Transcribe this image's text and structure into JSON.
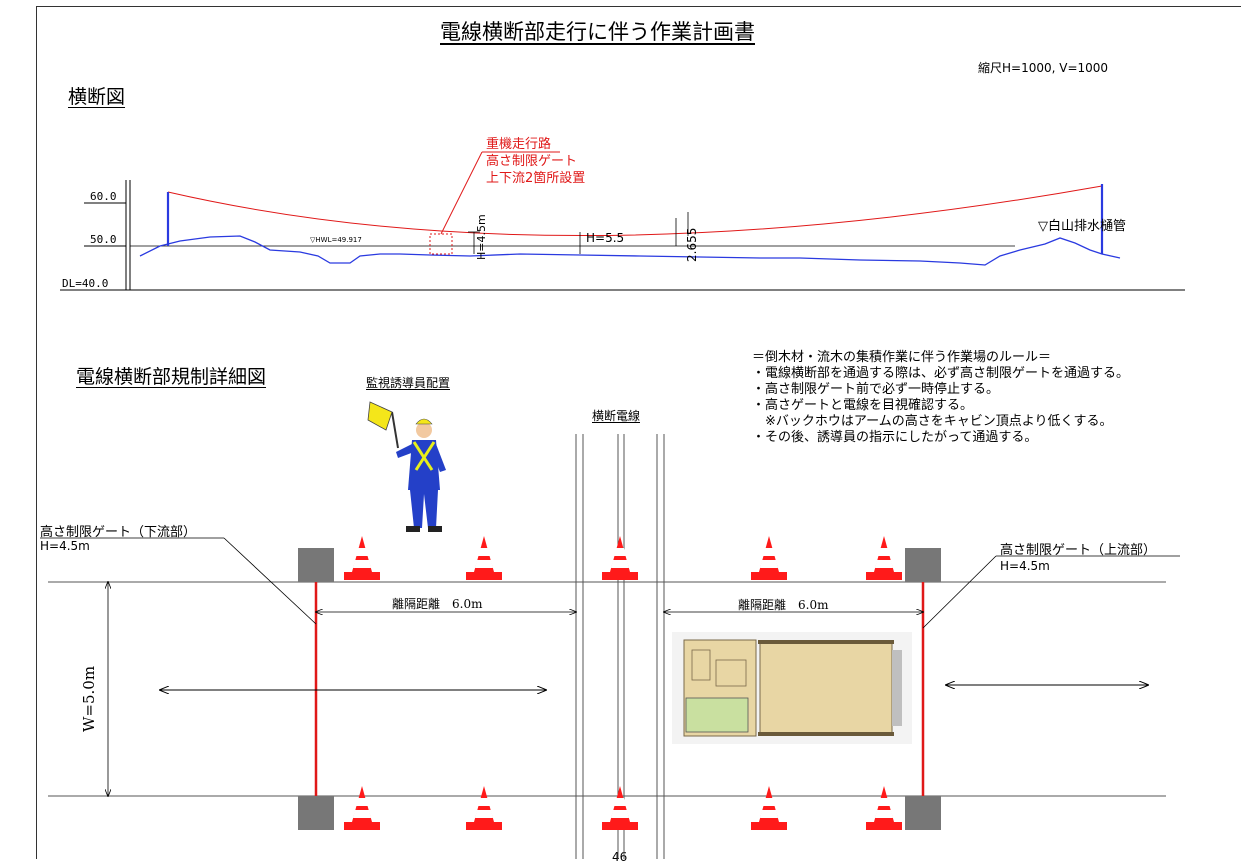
{
  "title": "電線横断部走行に伴う作業計画書",
  "scale_note": "縮尺H=1000, V=1000",
  "cross_section": {
    "heading": "横断図",
    "elevation_labels": [
      "60.0",
      "50.0",
      "DL=40.0"
    ],
    "hwl_label": "▽HWL=49.917",
    "annotation_lines": [
      "重機走行路",
      "高さ制限ゲート",
      "上下流2箇所設置"
    ],
    "gate_height_label": "H=4.5m",
    "clearance_label": "H=5.5",
    "dim_label": "2.655",
    "pipe_label": "▽白山排水樋管"
  },
  "detail": {
    "heading": "電線横断部規制詳細図",
    "guide_label": "監視誘導員配置",
    "cable_label": "横断電線",
    "rules": [
      "＝倒木材・流木の集積作業に伴う作業場のルール＝",
      "・電線横断部を通過する際は、必ず高さ制限ゲートを通過する。",
      "・高さ制限ゲート前で必ず一時停止する。",
      "・高さゲートと電線を目視確認する。",
      "　※バックホウはアームの高さをキャビン頂点より低くする。",
      "・その後、誘導員の指示にしたがって通過する。"
    ],
    "gate_down_label": "高さ制限ゲート（下流部）",
    "gate_down_height": "H=4.5m",
    "gate_up_label": "高さ制限ゲート（上流部）",
    "gate_up_height": "H=4.5m",
    "distance_left": "離隔距離　6.0m",
    "distance_right": "離隔距離　6.0m",
    "width_label": "W=5.0m"
  },
  "page_number": "46",
  "colors": {
    "road_edge": "#555555",
    "gate_red": "#e01818",
    "ground_blue": "#2a3ae0",
    "cone_orange": "#ff1a1a",
    "gate_post": "#777777",
    "machine_body": "#e8d6a4"
  },
  "icons": [
    "flagger-figure-icon",
    "traffic-cone-icon",
    "excavator-top-view-icon"
  ]
}
